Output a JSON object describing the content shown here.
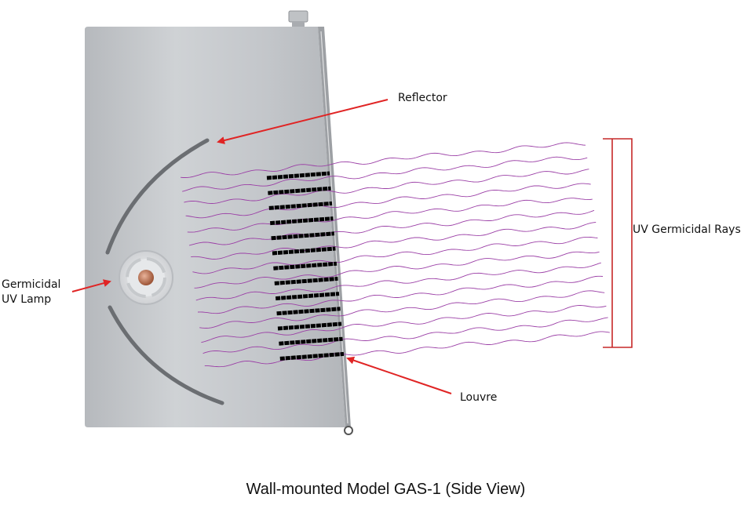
{
  "labels": {
    "reflector": "Reflector",
    "lamp_line1": "Germicidal",
    "lamp_line2": "UV Lamp",
    "rays": "UV Germicidal Rays",
    "louvre": "Louvre"
  },
  "caption": "Wall-mounted Model GAS-1 (Side View)",
  "colors": {
    "housing": "#c4c7cb",
    "ray": "#9b3fa6",
    "arrow": "#e02424",
    "louvre": "#000000",
    "reflector": "#6b6e72",
    "lamp_core": "#b86a4a"
  }
}
